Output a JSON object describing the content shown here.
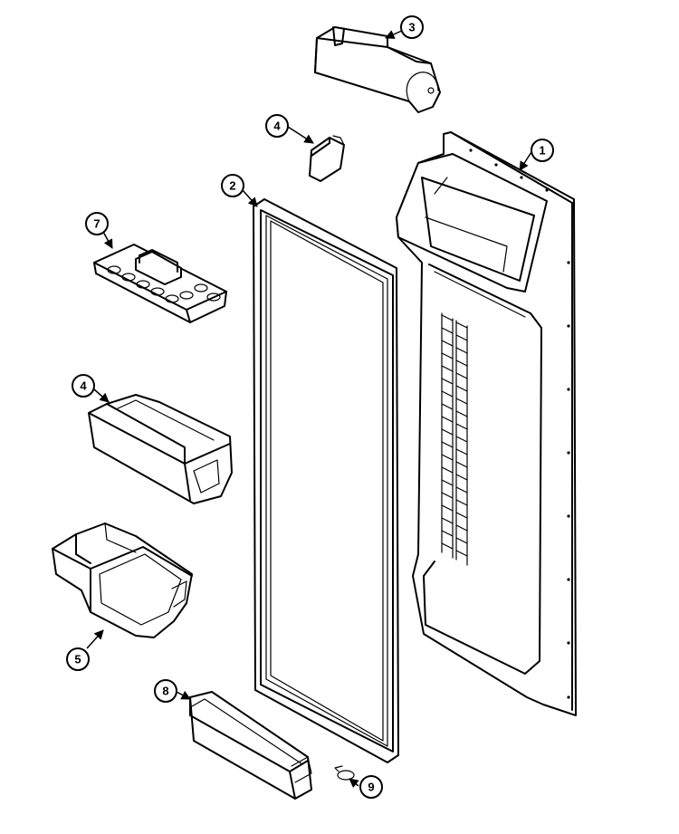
{
  "callouts": {
    "c1": "1",
    "c2": "2",
    "c3": "3",
    "c4a": "4",
    "c4b": "4",
    "c5": "5",
    "c7": "7",
    "c8": "8",
    "c9": "9"
  },
  "colors": {
    "ink": "#000000",
    "paper": "#ffffff"
  }
}
